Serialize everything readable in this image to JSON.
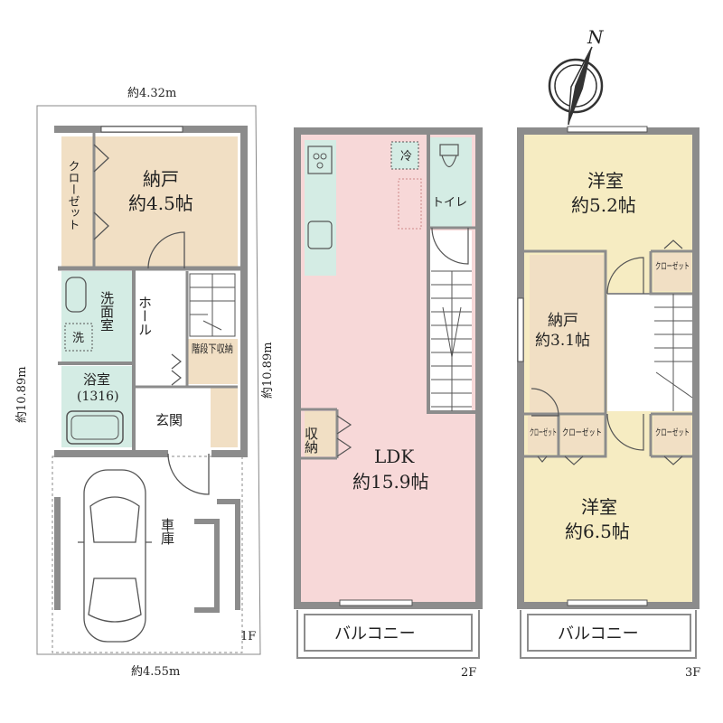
{
  "compass": {
    "label": "N"
  },
  "dimensions": {
    "top_1f": "約4.32m",
    "bottom_1f": "約4.55m",
    "left_1f": "約10.89m",
    "between_1f_2f": "約10.89m"
  },
  "floor_labels": {
    "f1": "1F",
    "f2": "2F",
    "f3": "3F"
  },
  "floor1": {
    "storage": {
      "name": "納戸",
      "size": "約4.5帖"
    },
    "closet": "クローゼット",
    "washroom": "洗面室",
    "washer": "洗",
    "hall": "ホール",
    "understair": "階段下収納",
    "bath": {
      "name": "浴室",
      "size": "(1316)"
    },
    "entrance": "玄関",
    "garage": "車庫"
  },
  "floor2": {
    "fridge": "冷",
    "toilet": "トイレ",
    "storage": "収納",
    "ldk": {
      "name": "LDK",
      "size": "約15.9帖"
    },
    "balcony": "バルコニー"
  },
  "floor3": {
    "room_top": {
      "name": "洋室",
      "size": "約5.2帖"
    },
    "closet_a": "クローゼット",
    "storage": {
      "name": "納戸",
      "size": "約3.1帖"
    },
    "closet_b": "クローゼット",
    "closet_c": "クローゼット",
    "closet_d": "クローゼット",
    "room_bottom": {
      "name": "洋室",
      "size": "約6.5帖"
    },
    "balcony": "バルコニー"
  },
  "colors": {
    "wall": "#8c8c8c",
    "storage": "#f1dfc4",
    "wet": "#d4ece4",
    "floor": "#ffffff",
    "ldk": "#f7d8d8",
    "western": "#f6ecc2"
  }
}
